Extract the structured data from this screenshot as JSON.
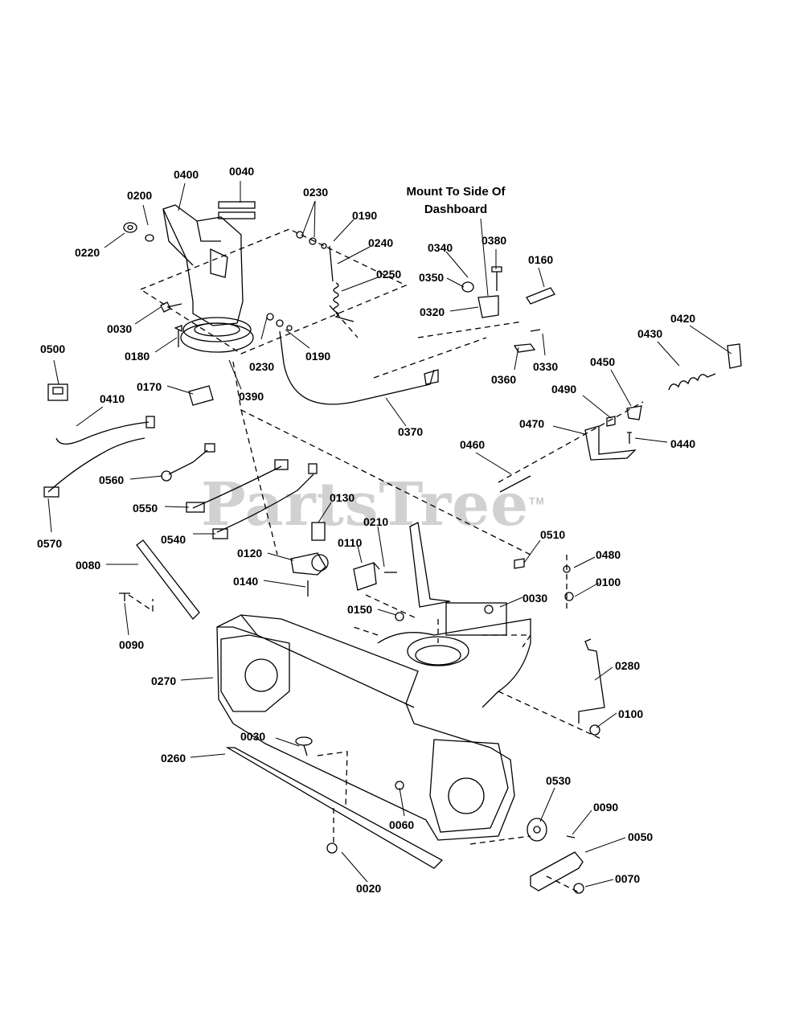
{
  "watermark": {
    "text": "PartsTree",
    "mark": "TM"
  },
  "note": {
    "line1": "Mount To Side Of",
    "line2": "Dashboard"
  },
  "callouts": [
    "0400",
    "0040",
    "0200",
    "0220",
    "0230",
    "0190",
    "0240",
    "0250",
    "0030",
    "0180",
    "0230",
    "0190",
    "0390",
    "0170",
    "0500",
    "0410",
    "0560",
    "0550",
    "0570",
    "0540",
    "0130",
    "0120",
    "0140",
    "0210",
    "0110",
    "0080",
    "0090",
    "0150",
    "0270",
    "0260",
    "0030",
    "0060",
    "0020",
    "0340",
    "0380",
    "0350",
    "0320",
    "0160",
    "0360",
    "0330",
    "0370",
    "0420",
    "0430",
    "0450",
    "0490",
    "0470",
    "0440",
    "0460",
    "0510",
    "0480",
    "0030",
    "0100",
    "0280",
    "0100",
    "0530",
    "0090",
    "0050",
    "0070"
  ]
}
